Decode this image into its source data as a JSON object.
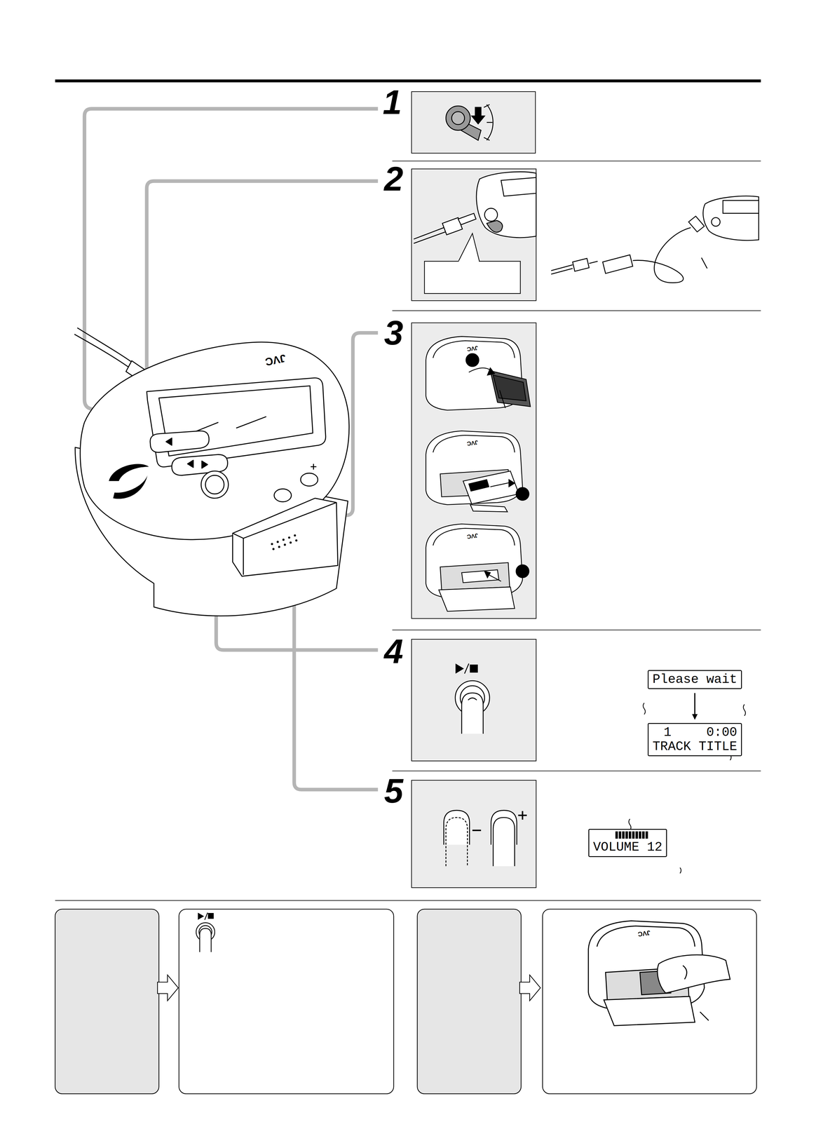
{
  "diagram": {
    "nodes": [
      {
        "text": [
          "Please wait"
        ]
      },
      {
        "text": [
          "1",
          "0:00",
          "TRACK TITLE"
        ]
      },
      {
        "text": [
          "VOLUME 12"
        ]
      }
    ],
    "edges": [
      {
        "from": 0,
        "to": 1,
        "arrow": "to"
      }
    ],
    "labels": [
      "1",
      "2",
      "3",
      "4",
      "5",
      "JVC",
      "JVC",
      "JVC",
      "JVC",
      "JVC"
    ]
  }
}
